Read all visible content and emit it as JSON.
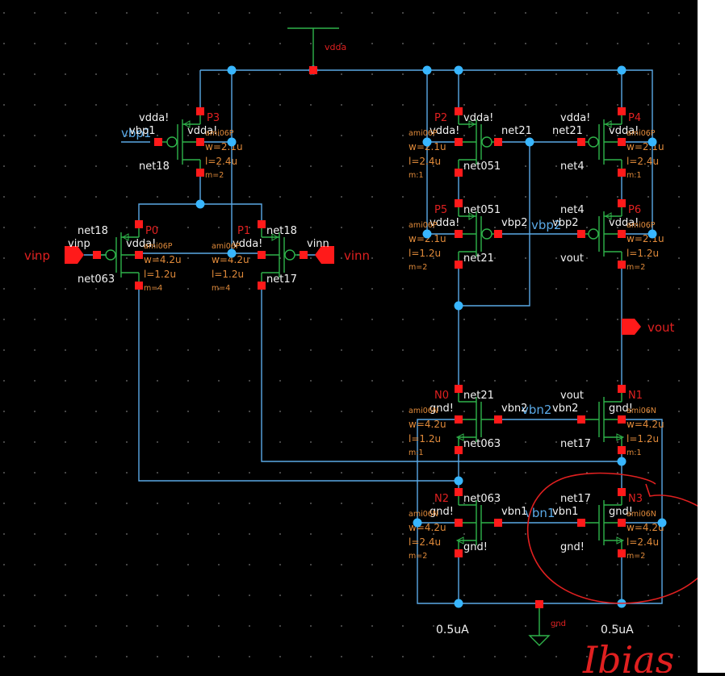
{
  "schematic": {
    "title": "Two-stage folded cascode op-amp schematic",
    "colors": {
      "background": "#000000",
      "wire": "#5aa9e6",
      "device": "#2fb34a",
      "pin": "#ff1a1a",
      "junction": "#38b6ff",
      "instance_label": "#e02020",
      "param_label": "#e08a3a",
      "net_label": "#f2f2f2",
      "annotation": "#e02020"
    },
    "supply": {
      "name": "vdda"
    },
    "ground": {
      "name": "gnd"
    },
    "ports": {
      "vinp": "vinp",
      "vinn": "vinn",
      "vout": "vout"
    },
    "wire_labels": {
      "vbp1": "vbp1",
      "vbp2": "vbp2",
      "vbn2": "vbn2",
      "vbn1": "vbn1"
    },
    "transistors": [
      {
        "inst": "P3",
        "model": "ami06P",
        "w": "w=2.1u",
        "l": "l=2.4u",
        "m": "m=2",
        "gate": "vbp1",
        "source": "vdda!",
        "bulk": "vdda!",
        "drain": "net18"
      },
      {
        "inst": "P0",
        "model": "ami06P",
        "w": "w=4.2u",
        "l": "l=1.2u",
        "m": "m=4",
        "gate": "vinp",
        "source": "net18",
        "bulk": "vdda!",
        "drain": "net063"
      },
      {
        "inst": "P1",
        "model": "ami06P",
        "w": "w=4.2u",
        "l": "l=1.2u",
        "m": "m=4",
        "gate": "vinn",
        "source": "net18",
        "bulk": "vdda!",
        "drain": "net17"
      },
      {
        "inst": "P2",
        "model": "ami06P",
        "w": "w=2.1u",
        "l": "l=2.4u",
        "m": "m:1",
        "gate": "net21",
        "source": "vdda!",
        "bulk": "vdda!",
        "drain": "net051"
      },
      {
        "inst": "P4",
        "model": "ami06P",
        "w": "w=2.1u",
        "l": "l=2.4u",
        "m": "m:1",
        "gate": "net21",
        "source": "vdda!",
        "bulk": "vdda!",
        "drain": "net4"
      },
      {
        "inst": "P5",
        "model": "ami06P",
        "w": "w=2.1u",
        "l": "l=1.2u",
        "m": "m=2",
        "gate": "vbp2",
        "source": "net051",
        "bulk": "vdda!",
        "drain": "net21"
      },
      {
        "inst": "P6",
        "model": "ami06P",
        "w": "w=2.1u",
        "l": "l=1.2u",
        "m": "m=2",
        "gate": "vbp2",
        "source": "net4",
        "bulk": "vdda!",
        "drain": "vout"
      },
      {
        "inst": "N0",
        "model": "ami06N",
        "w": "w=4.2u",
        "l": "l=1.2u",
        "m": "m:1",
        "gate": "vbn2",
        "drain": "net21",
        "bulk": "gnd!",
        "source": "net063"
      },
      {
        "inst": "N1",
        "model": "ami06N",
        "w": "w=4.2u",
        "l": "l=1.2u",
        "m": "m:1",
        "gate": "vbn2",
        "drain": "vout",
        "bulk": "gnd!",
        "source": "net17"
      },
      {
        "inst": "N2",
        "model": "ami06N",
        "w": "w=4.2u",
        "l": "l=2.4u",
        "m": "m=2",
        "gate": "vbn1",
        "drain": "net063",
        "bulk": "gnd!",
        "source": "gnd!"
      },
      {
        "inst": "N3",
        "model": "ami06N",
        "w": "w=4.2u",
        "l": "l=2.4u",
        "m": "m=2",
        "gate": "vbn1",
        "drain": "net17",
        "bulk": "gnd!",
        "source": "gnd!"
      }
    ],
    "current_labels": [
      "0.5uA",
      "0.5uA"
    ],
    "handwritten_annotation": "Ibias"
  }
}
